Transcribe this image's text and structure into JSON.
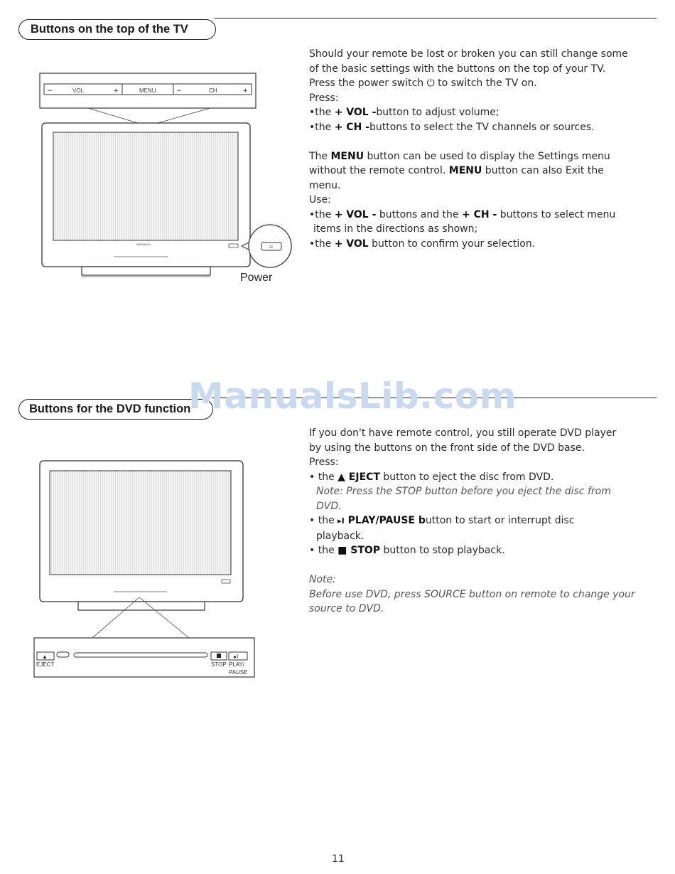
{
  "section1": {
    "title": "Buttons on the top of the TV",
    "panel": {
      "vol_minus": "–",
      "vol": "VOL",
      "vol_plus": "+",
      "menu": "MENU",
      "ch_minus": "–",
      "ch": "CH",
      "ch_plus": "+"
    },
    "power_label": "Power",
    "para1": [
      "Should your remote be lost or broken you can still change some",
      "of the basic settings with the buttons on the top of your TV.",
      "Press the power switch ⏻ to switch the TV on.",
      "Press:"
    ],
    "bullet_vol": {
      "pre": "•the ",
      "bold": "+ VOL -",
      "post": "button to adjust volume;"
    },
    "bullet_ch": {
      "pre": "•the ",
      "bold": "+ CH -",
      "post": "buttons to select the TV channels or sources."
    },
    "menu_line1": {
      "pre": "The ",
      "bold": "MENU",
      "post": " button can be used to display the Settings menu"
    },
    "menu_line2": {
      "pre": "without the remote control. ",
      "bold": "MENU",
      "post": " button can also Exit the"
    },
    "menu_line3": "menu.",
    "use": "Use:",
    "bullet_nav": {
      "pre": "•the ",
      "bold1": "+ VOL -",
      "mid": " buttons and the ",
      "bold2": "+ CH -",
      "post": " buttons to select menu"
    },
    "bullet_nav_cont": "items in the directions as shown;",
    "bullet_confirm": {
      "pre": "•the ",
      "bold": "+ VOL",
      "post": " button to confirm your selection."
    }
  },
  "section2": {
    "title": "Buttons for the DVD function",
    "intro": [
      "If you don't have remote control, you still operate DVD player",
      "by using the buttons on the front side of the DVD base.",
      "Press:"
    ],
    "eject": {
      "pre": "• the ",
      "icon": "▲",
      "bold": " EJECT",
      "post": " button to eject the disc from DVD."
    },
    "eject_note": [
      "Note: Press the STOP button before you eject the disc from",
      "DVD."
    ],
    "play": {
      "pre": "• the ",
      "icon": "▸I",
      "bold": " PLAY/PAUSE b",
      "post": "utton to start or interrupt disc"
    },
    "play_cont": "playback.",
    "stop": {
      "pre": "• the ",
      "icon": "■",
      "bold": "  STOP",
      "post": " button to stop playback."
    },
    "note_title": "Note:",
    "note_body": [
      "Before use DVD, press SOURCE button on remote to change your",
      "source to DVD."
    ],
    "panel": {
      "eject": "EJECT",
      "stop": "STOP",
      "play": "PLAY/",
      "pause": "PAUSE"
    }
  },
  "watermark": "ManualsLib.com",
  "page_number": "11",
  "tv_brand": "MAGNAVOX"
}
